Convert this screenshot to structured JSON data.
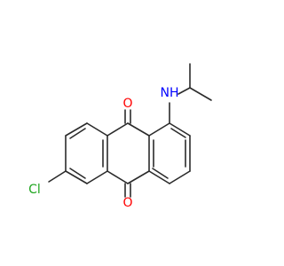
{
  "molecule": {
    "atoms": {
      "oxygen_top": "O",
      "oxygen_bottom": "O",
      "nitrogen_h": "NH",
      "chlorine": "Cl"
    },
    "colors": {
      "bond": "#2b2b2b",
      "oxygen": "#ff0000",
      "nitrogen": "#0000ff",
      "chlorine": "#1fa51f"
    }
  }
}
